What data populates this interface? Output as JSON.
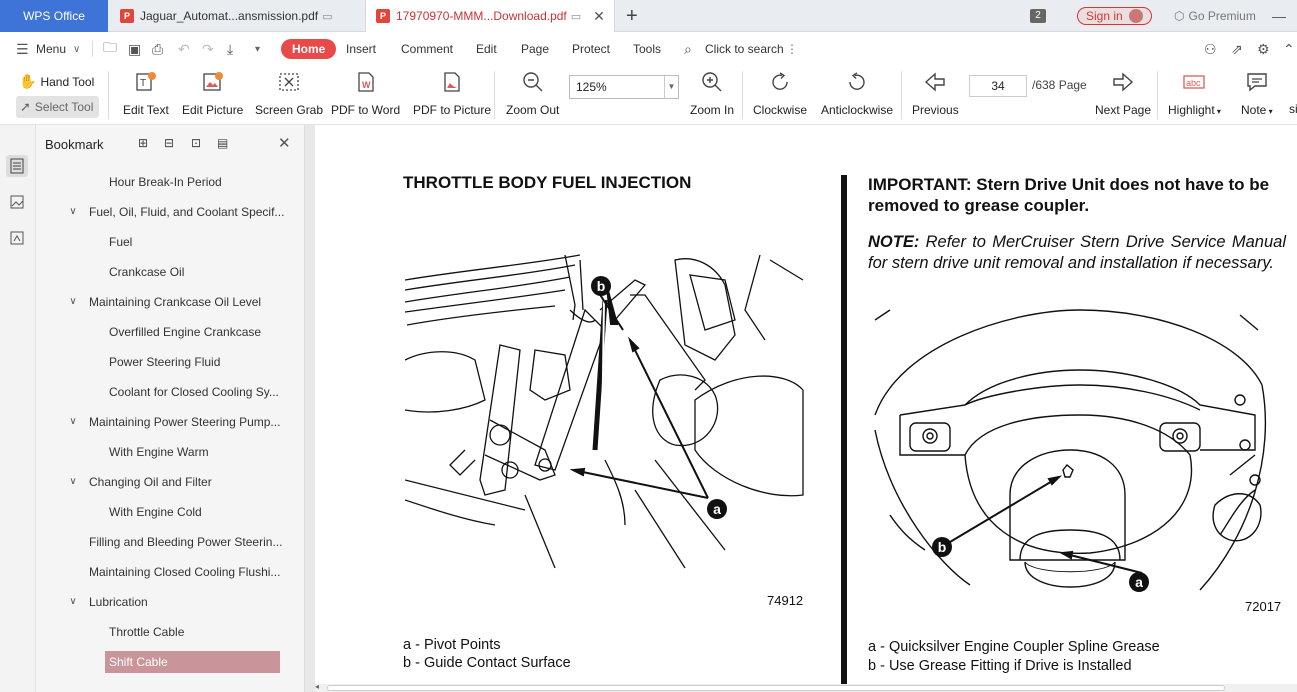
{
  "tabs": {
    "app": "WPS Office",
    "doc1": "Jaguar_Automat...ansmission.pdf",
    "doc2": "17970970-MMM...Download.pdf"
  },
  "titlebar": {
    "count_badge": "2",
    "signin": "Sign in",
    "premium": "Go Premium"
  },
  "menubar": {
    "menu": "Menu",
    "home": "Home",
    "insert": "Insert",
    "comment": "Comment",
    "edit": "Edit",
    "page": "Page",
    "protect": "Protect",
    "tools": "Tools",
    "search": "Click to search"
  },
  "ribbon": {
    "hand_tool": "Hand Tool",
    "select_tool": "Select Tool",
    "edit_text": "Edit Text",
    "edit_picture": "Edit Picture",
    "screen_grab": "Screen Grab",
    "pdf_to_word": "PDF to Word",
    "pdf_to_picture": "PDF to Picture",
    "zoom_out": "Zoom Out",
    "zoom_value": "125%",
    "zoom_in": "Zoom In",
    "clockwise": "Clockwise",
    "anticlockwise": "Anticlockwise",
    "previous": "Previous",
    "page_number": "34",
    "page_total": "/638 Page",
    "next_page": "Next Page",
    "highlight": "Highlight",
    "note": "Note",
    "cut_label": "si"
  },
  "bookmark": {
    "title": "Bookmark",
    "items": [
      {
        "label": "Hour Break-In Period",
        "level": 2
      },
      {
        "label": "Fuel, Oil, Fluid, and Coolant Specif...",
        "level": 1,
        "expanded": true
      },
      {
        "label": "Fuel",
        "level": 2
      },
      {
        "label": "Crankcase Oil",
        "level": 2
      },
      {
        "label": "Maintaining Crankcase Oil Level",
        "level": 1,
        "expanded": true
      },
      {
        "label": "Overfilled Engine Crankcase",
        "level": 2
      },
      {
        "label": "Power Steering Fluid",
        "level": 2
      },
      {
        "label": "Coolant for Closed Cooling Sy...",
        "level": 2
      },
      {
        "label": "Maintaining Power Steering Pump...",
        "level": 1,
        "expanded": true
      },
      {
        "label": "With Engine Warm",
        "level": 2
      },
      {
        "label": "Changing Oil and Filter",
        "level": 1,
        "expanded": true
      },
      {
        "label": "With Engine Cold",
        "level": 2
      },
      {
        "label": "Filling and Bleeding Power Steerin...",
        "level": 1
      },
      {
        "label": "Maintaining Closed Cooling Flushi...",
        "level": 1
      },
      {
        "label": "Lubrication",
        "level": 1,
        "expanded": true
      },
      {
        "label": "Throttle Cable",
        "level": 2
      },
      {
        "label": "Shift Cable",
        "level": 2,
        "selected": true
      }
    ]
  },
  "document": {
    "left_heading": "THROTTLE BODY FUEL INJECTION",
    "left_fig_number": "74912",
    "left_caption_a": "a - Pivot Points",
    "left_caption_b": "b - Guide Contact Surface",
    "left_label_a": "a",
    "left_label_b": "b",
    "right_heading": "IMPORTANT: Stern Drive Unit does not have to be removed to grease coupler.",
    "note_lead": "NOTE:",
    "note_text": " Refer to MerCruiser Stern Drive Service Manual for stern drive unit removal and installation if necessary.",
    "right_fig_number": "72017",
    "right_caption_a": "a - Quicksilver Engine Coupler Spline Grease",
    "right_caption_b": "b - Use Grease Fitting if Drive is Installed",
    "right_label_a": "a",
    "right_label_b": "b"
  },
  "colors": {
    "accent": "#e84a4a",
    "wps_blue": "#3e73d8",
    "bookmark_selected": "#c9959a"
  }
}
